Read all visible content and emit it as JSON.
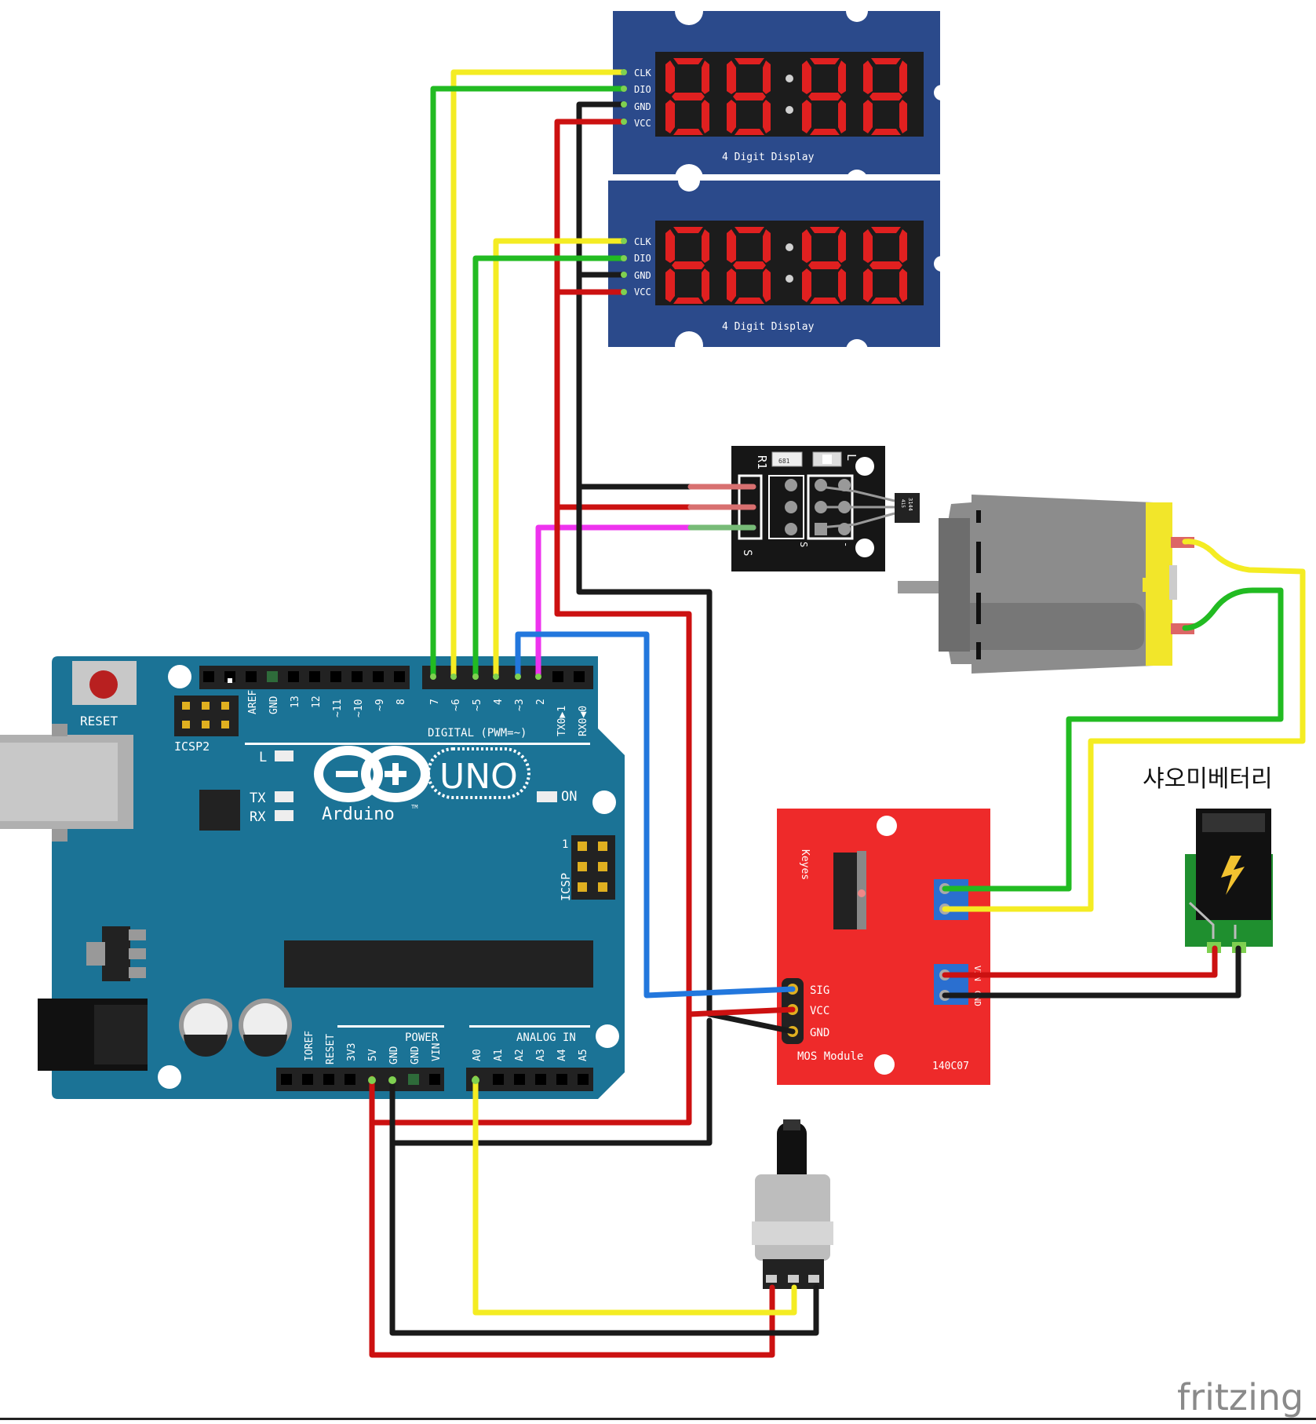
{
  "display": {
    "pins": [
      "CLK",
      "DIO",
      "GND",
      "VCC"
    ],
    "caption": "4 Digit Display"
  },
  "hall_sensor": {
    "r1": "R1",
    "l": "L",
    "res": "681",
    "chip_a": "3144",
    "chip_b": "415",
    "s": "S",
    "minus": "-"
  },
  "arduino": {
    "reset": "RESET",
    "icsp2": "ICSP2",
    "icsp": "ICSP",
    "icsp_1": "1",
    "l_led": "L",
    "tx": "TX",
    "rx": "RX",
    "on": "ON",
    "logo_uno": "UNO",
    "logo_name": "Arduino",
    "tm": "TM",
    "digital_label": "DIGITAL (PWM=~)",
    "digital_pins": [
      "AREF",
      "GND",
      "13",
      "12",
      "~11",
      "~10",
      "~9",
      "8",
      "7",
      "~6",
      "~5",
      "4",
      "~3",
      "2",
      "TX0▶1",
      "RX0◀0"
    ],
    "power_label": "POWER",
    "power_pins": [
      "IOREF",
      "RESET",
      "3V3",
      "5V",
      "GND",
      "GND",
      "VIN"
    ],
    "analog_label": "ANALOG IN",
    "analog_pins": [
      "A0",
      "A1",
      "A2",
      "A3",
      "A4",
      "A5"
    ]
  },
  "mos_module": {
    "brand": "Keyes",
    "sig": "SIG",
    "vcc": "VCC",
    "gnd": "GND",
    "title": "MOS Module",
    "code": "140C07",
    "vin": "VIN",
    "gnd_short": "GND",
    "plus": "+",
    "minus": "-"
  },
  "battery_label": "샤오미베터리",
  "watermark": "fritzing",
  "colors": {
    "board_blue": "#2b4a8b",
    "arduino_teal": "#1b7396",
    "mos_red": "#ee2a2a",
    "segment_red": "#e02020",
    "wire_red": "#cc1111",
    "wire_black": "#1a1a1a",
    "wire_yellow": "#f4ec23",
    "wire_green": "#22bb22",
    "wire_blue": "#2277dd",
    "wire_magenta": "#ee33ee"
  }
}
